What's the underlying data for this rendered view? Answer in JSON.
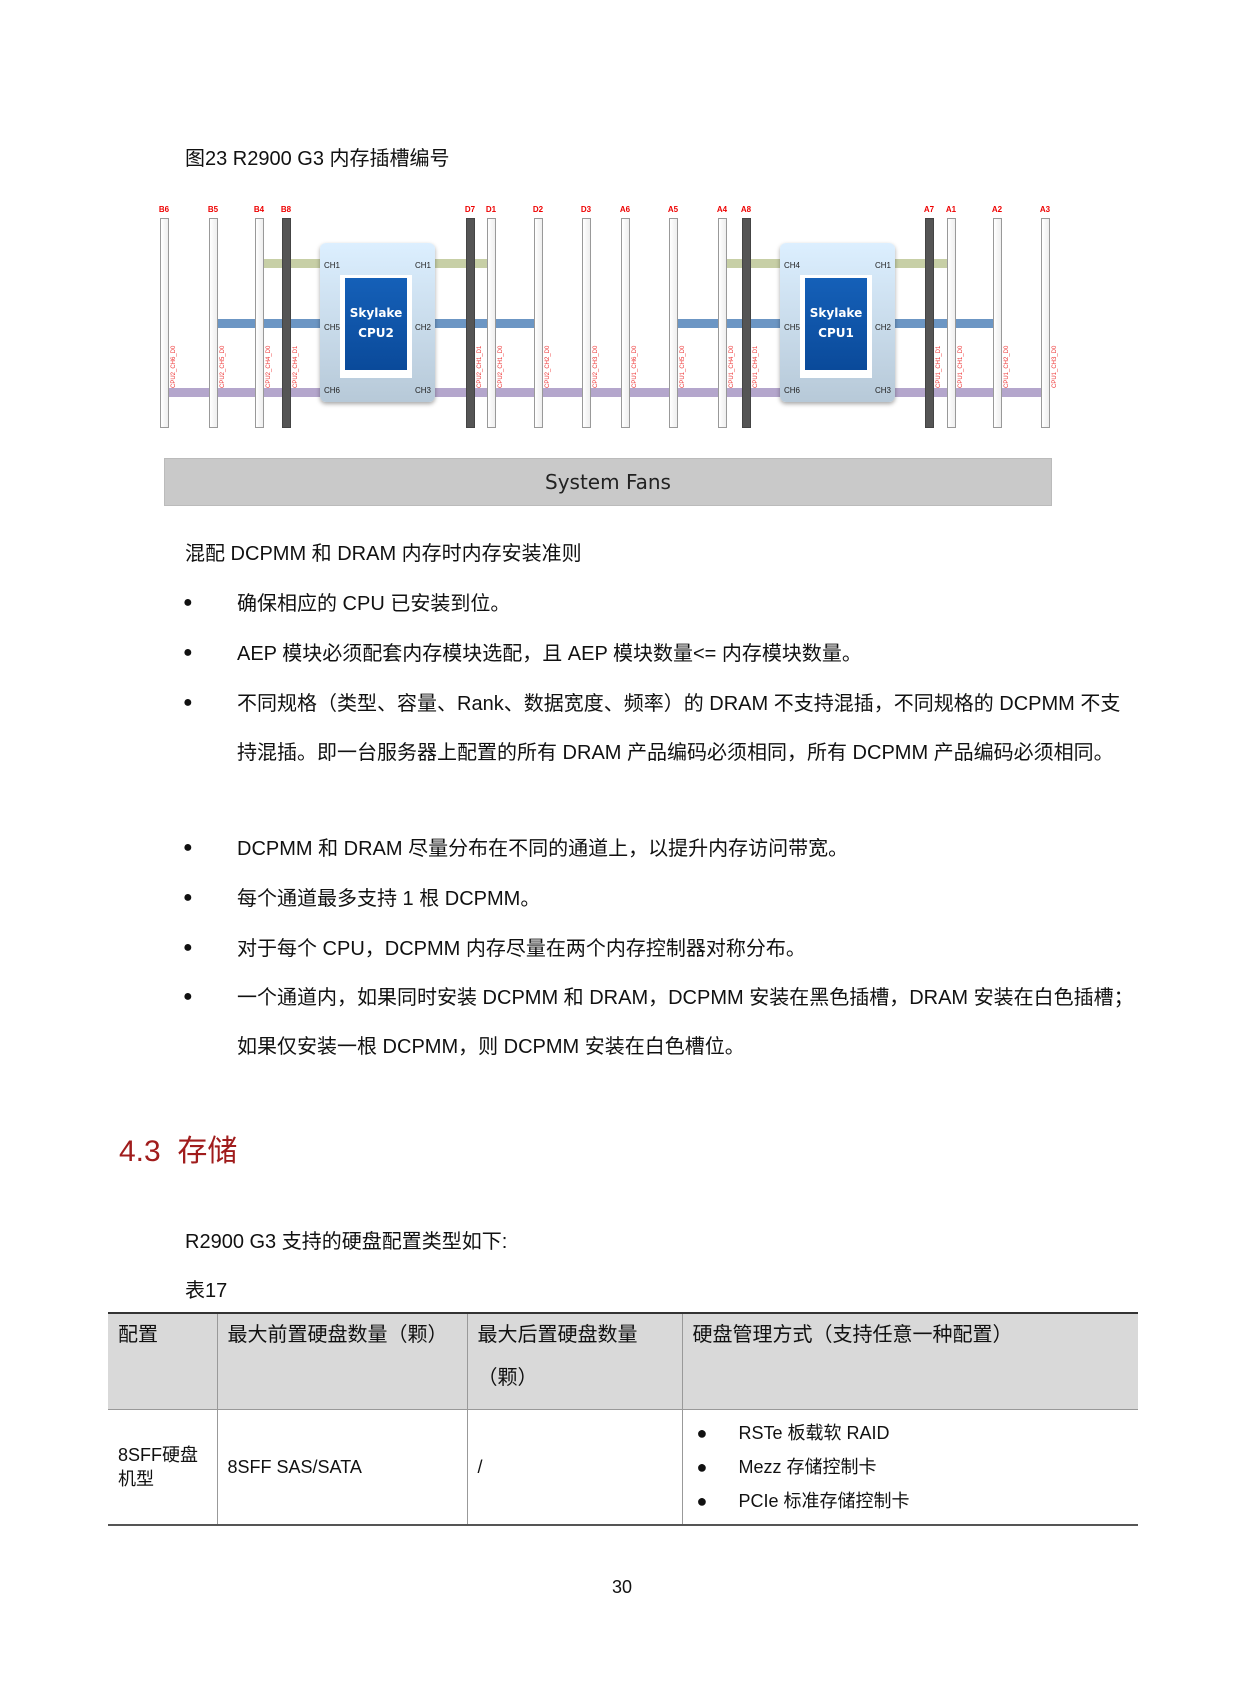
{
  "caption": "图23   R2900 G3 内存插槽编号",
  "diagram": {
    "cpu2": {
      "name": "Skylake",
      "label": "CPU2",
      "channels": {
        "tl": "CH1",
        "tr": "CH1",
        "ml": "CH5",
        "mr": "CH2",
        "bl": "CH6",
        "br": "CH3"
      }
    },
    "cpu1": {
      "name": "Skylake",
      "label": "CPU1",
      "channels": {
        "tl": "CH4",
        "tr": "CH1",
        "ml": "CH5",
        "mr": "CH2",
        "bl": "CH6",
        "br": "CH3"
      }
    },
    "slots": [
      {
        "label": "B6",
        "sub": "CPU2_CH6_D0",
        "color": "white"
      },
      {
        "label": "B5",
        "sub": "CPU2_CH5_D0",
        "color": "white"
      },
      {
        "label": "B4",
        "sub": "CPU2_CH4_D0",
        "color": "white"
      },
      {
        "label": "B8",
        "sub": "CPU2_CH4_D1",
        "color": "black"
      },
      {
        "label": "D7",
        "sub": "CPU2_CH1_D1",
        "color": "black"
      },
      {
        "label": "D1",
        "sub": "CPU2_CH1_D0",
        "color": "white"
      },
      {
        "label": "D2",
        "sub": "CPU2_CH2_D0",
        "color": "white"
      },
      {
        "label": "D3",
        "sub": "CPU2_CH3_D0",
        "color": "white"
      },
      {
        "label": "A6",
        "sub": "CPU1_CH6_D0",
        "color": "white"
      },
      {
        "label": "A5",
        "sub": "CPU1_CH5_D0",
        "color": "white"
      },
      {
        "label": "A4",
        "sub": "CPU1_CH4_D0",
        "color": "white"
      },
      {
        "label": "A8",
        "sub": "CPU1_CH4_D1",
        "color": "black"
      },
      {
        "label": "A7",
        "sub": "CPU1_CH1_D1",
        "color": "black"
      },
      {
        "label": "A1",
        "sub": "CPU1_CH1_D0",
        "color": "white"
      },
      {
        "label": "A2",
        "sub": "CPU1_CH2_D0",
        "color": "white"
      },
      {
        "label": "A3",
        "sub": "CPU1_CH3_D0",
        "color": "white"
      }
    ],
    "fans": "System Fans"
  },
  "rules_title": "混配 DCPMM 和 DRAM 内存时内存安装准则",
  "rules": [
    "确保相应的 CPU 已安装到位。",
    "AEP 模块必须配套内存模块选配，且 AEP 模块数量<= 内存模块数量。",
    "不同规格（类型、容量、Rank、数据宽度、频率）的 DRAM 不支持混插，不同规格的 DCPMM 不支持混插。即一台服务器上配置的所有 DRAM 产品编码必须相同，所有 DCPMM 产品编码必须相同。",
    "DCPMM 和 DRAM 尽量分布在不同的通道上，以提升内存访问带宽。",
    "每个通道最多支持 1 根 DCPMM。",
    "对于每个 CPU，DCPMM 内存尽量在两个内存控制器对称分布。",
    "一个通道内，如果同时安装 DCPMM 和 DRAM，DCPMM 安装在黑色插槽，DRAM 安装在白色插槽；如果仅安装一根 DCPMM，则 DCPMM 安装在白色槽位。"
  ],
  "section": {
    "number": "4.3",
    "title": "存储",
    "color": "#a01c1c"
  },
  "intro": "R2900 G3 支持的硬盘配置类型如下:",
  "table_title": "表17",
  "table": {
    "headers": [
      "配置",
      "最大前置硬盘数量（颗）",
      "最大后置硬盘数量（颗）",
      "硬盘管理方式（支持任意一种配置）"
    ],
    "rows": [
      {
        "config": "8SFF硬盘机型",
        "front": "8SFF SAS/SATA",
        "rear": "/",
        "management": [
          "RSTe 板载软 RAID",
          "Mezz 存储控制卡",
          "PCIe 标准存储控制卡"
        ]
      }
    ]
  },
  "page_number": "30"
}
